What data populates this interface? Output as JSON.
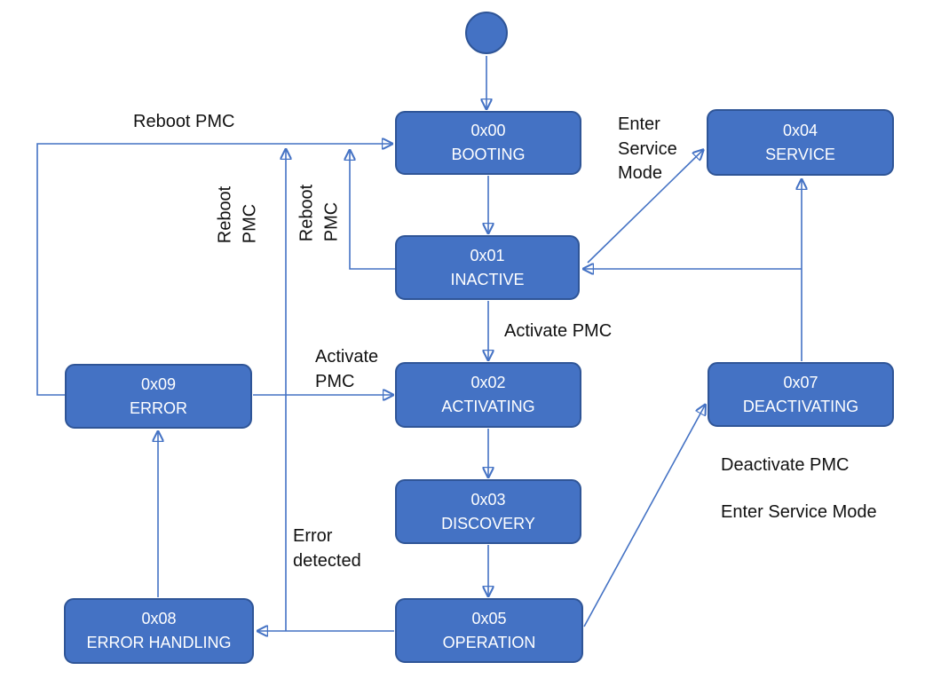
{
  "diagram": {
    "kind": "state-machine",
    "states": [
      {
        "code": "0x00",
        "name": "BOOTING"
      },
      {
        "code": "0x01",
        "name": "INACTIVE"
      },
      {
        "code": "0x02",
        "name": "ACTIVATING"
      },
      {
        "code": "0x03",
        "name": "DISCOVERY"
      },
      {
        "code": "0x04",
        "name": "SERVICE"
      },
      {
        "code": "0x05",
        "name": "OPERATION"
      },
      {
        "code": "0x07",
        "name": "DEACTIVATING"
      },
      {
        "code": "0x08",
        "name": "ERROR HANDLING"
      },
      {
        "code": "0x09",
        "name": "ERROR"
      }
    ],
    "labels": {
      "reboot_pmc_top": "Reboot PMC",
      "reboot_pmc_vertical_left": "Reboot\nPMC",
      "reboot_pmc_vertical_right": "Reboot\nPMC",
      "enter_service_mode_top": "Enter\nService\nMode",
      "activate_pmc_inactive": "Activate PMC",
      "activate_pmc_error": "Activate\nPMC",
      "deactivate_pmc": "Deactivate PMC",
      "enter_service_mode_right": "Enter Service Mode",
      "error_detected": "Error\ndetected"
    },
    "transitions": [
      {
        "from": "start",
        "to": "0x00",
        "label": ""
      },
      {
        "from": "0x00",
        "to": "0x01",
        "label": ""
      },
      {
        "from": "0x01",
        "to": "0x02",
        "label": "Activate PMC"
      },
      {
        "from": "0x02",
        "to": "0x03",
        "label": ""
      },
      {
        "from": "0x03",
        "to": "0x05",
        "label": ""
      },
      {
        "from": "0x05",
        "to": "0x08",
        "label": "Error detected"
      },
      {
        "from": "0x08",
        "to": "0x09",
        "label": ""
      },
      {
        "from": "0x09",
        "to": "0x02",
        "label": "Activate PMC"
      },
      {
        "from": "0x09",
        "to": "0x00",
        "label": "Reboot PMC"
      },
      {
        "from": "0x01",
        "to": "0x00",
        "label": "Reboot PMC"
      },
      {
        "from": "0x05",
        "to": "0x00",
        "label": "Reboot PMC"
      },
      {
        "from": "0x01",
        "to": "0x04",
        "label": "Enter Service Mode"
      },
      {
        "from": "0x05",
        "to": "0x07",
        "label": "Deactivate PMC / Enter Service Mode"
      },
      {
        "from": "0x07",
        "to": "0x04",
        "label": ""
      },
      {
        "from": "0x07",
        "to": "0x01",
        "label": ""
      }
    ],
    "colors": {
      "state_fill": "#4472C4",
      "state_border": "#2F5597",
      "connector": "#4472C4",
      "state_text": "#FFFFFF",
      "label_text": "#111111",
      "background": "#FFFFFF"
    }
  }
}
